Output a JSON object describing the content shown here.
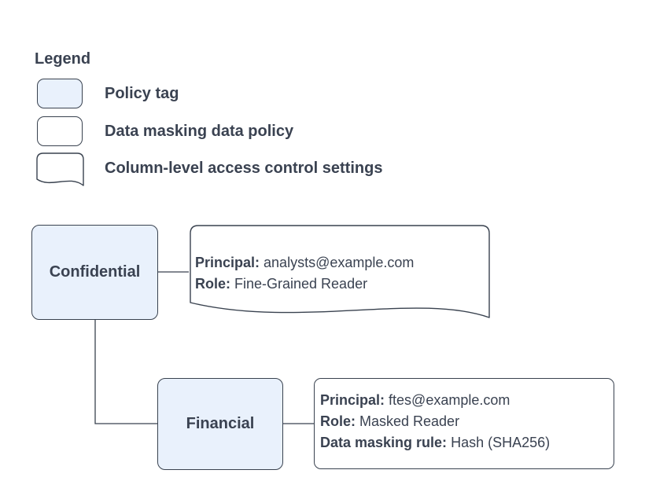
{
  "colors": {
    "policy_tag_fill": "#e9f1fc",
    "shape_stroke": "#39424f",
    "text": "#3a4251",
    "background": "#ffffff"
  },
  "legend": {
    "title": "Legend",
    "items": [
      {
        "shape": "policy-tag",
        "label": "Policy tag"
      },
      {
        "shape": "data-masking-data-policy",
        "label": "Data masking data policy"
      },
      {
        "shape": "column-level-access-control-settings",
        "label": "Column-level access control settings"
      }
    ]
  },
  "diagram": {
    "nodes": {
      "confidential": {
        "label": "Confidential",
        "type": "policy-tag"
      },
      "financial": {
        "label": "Financial",
        "type": "policy-tag"
      }
    },
    "annotations": {
      "confidential_settings": {
        "type": "column-level-access-control-settings",
        "lines": [
          {
            "label": "Principal:",
            "value": " analysts@example.com"
          },
          {
            "label": "Role:",
            "value": " Fine-Grained Reader"
          }
        ]
      },
      "financial_policy": {
        "type": "data-masking-data-policy",
        "lines": [
          {
            "label": "Principal:",
            "value": " ftes@example.com"
          },
          {
            "label": "Role:",
            "value": " Masked Reader"
          },
          {
            "label": "Data masking rule:",
            "value": " Hash (SHA256)"
          }
        ]
      }
    }
  }
}
